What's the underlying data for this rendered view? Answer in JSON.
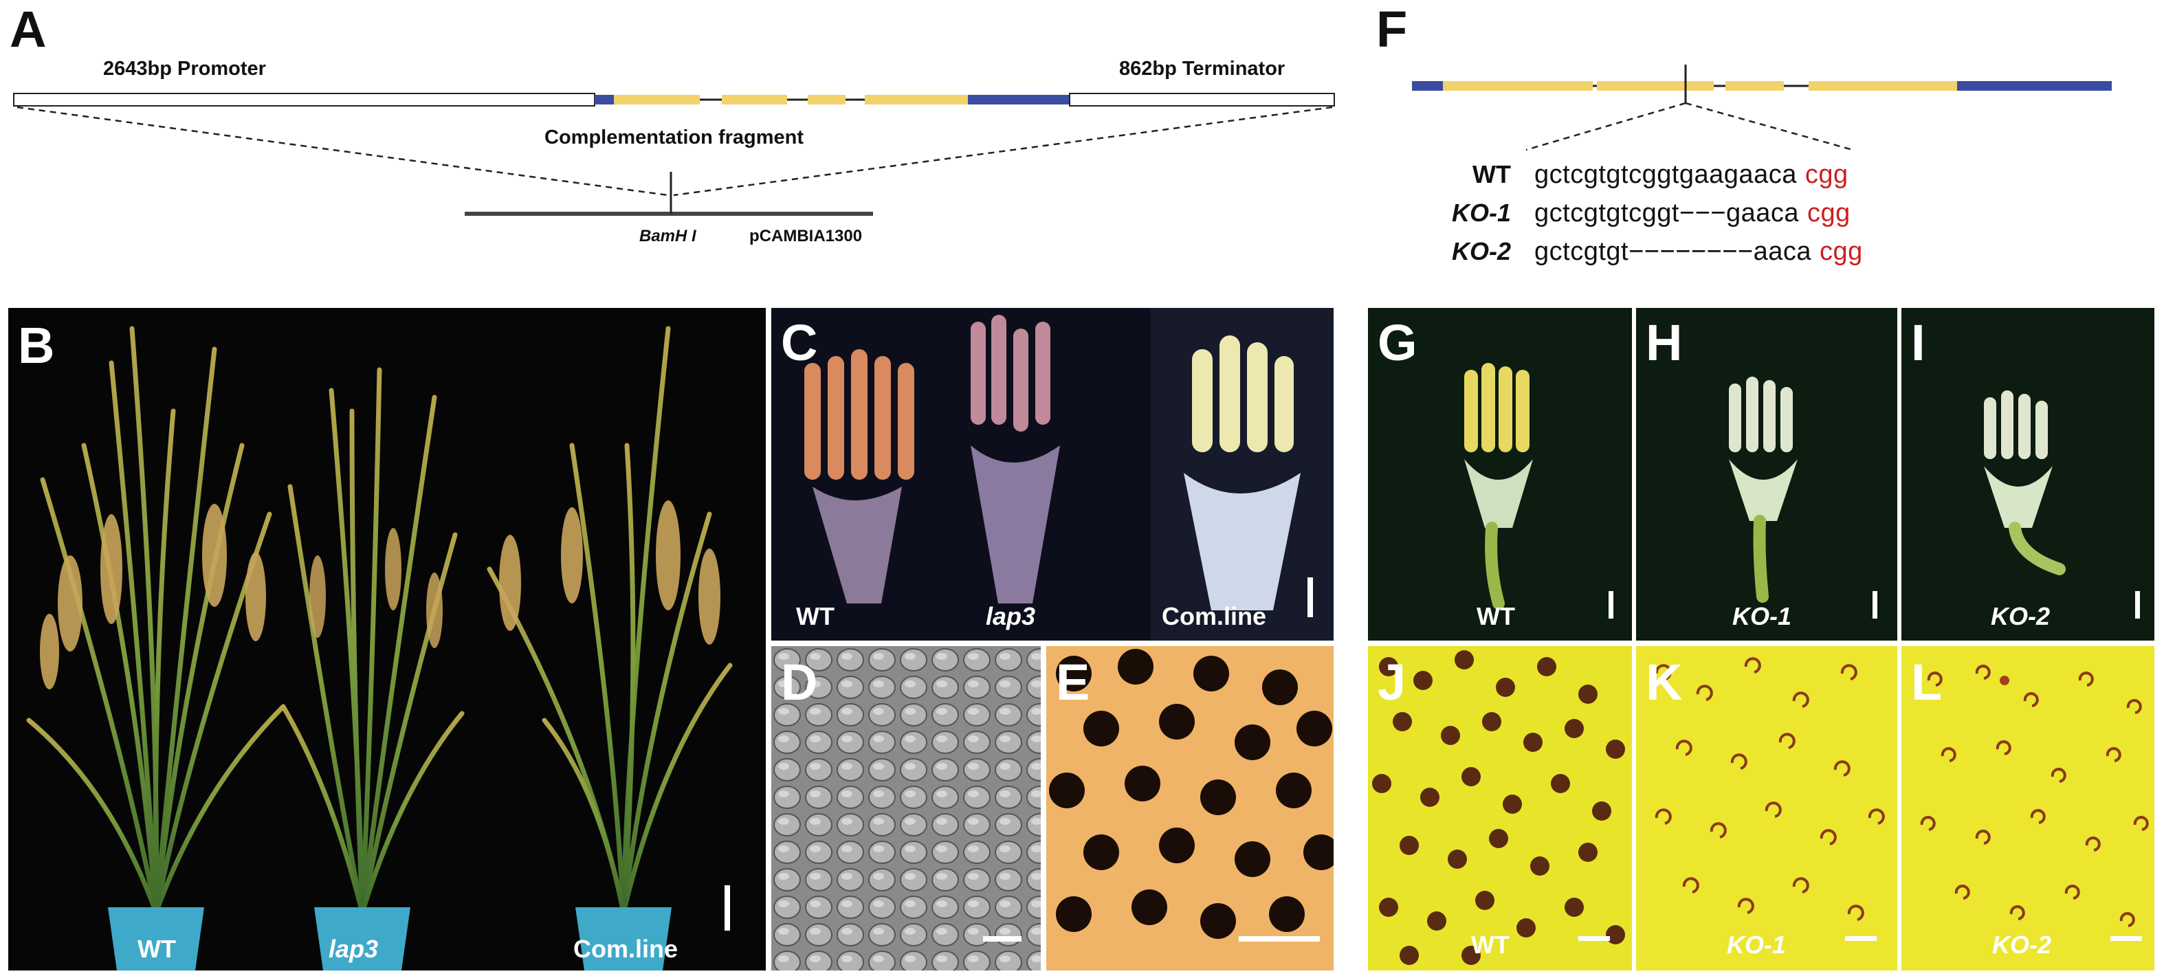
{
  "panels": {
    "A": {
      "label": "A",
      "promoter": "2643bp Promoter",
      "terminator": "862bp Terminator",
      "fragment": "Complementation fragment",
      "site": "BamH I",
      "vector": "pCAMBIA1300"
    },
    "F": {
      "label": "F",
      "rows": [
        {
          "name": "WT",
          "seq": "gctcgtgtcggtgaagaaca",
          "pam": "cgg",
          "italic": false
        },
        {
          "name": "KO-1",
          "seq": "gctcgtgtcggt−−−gaaca",
          "pam": "cgg",
          "italic": true
        },
        {
          "name": "KO-2",
          "seq": "gctcgtgt−−−−−−−−aaca",
          "pam": "cgg",
          "italic": true
        }
      ]
    },
    "B": {
      "label": "B",
      "captions": [
        "WT",
        "lap3",
        "Com.line"
      ]
    },
    "C": {
      "label": "C",
      "captions": [
        "WT",
        "lap3",
        "Com.line"
      ]
    },
    "D": {
      "label": "D"
    },
    "E": {
      "label": "E"
    },
    "G": {
      "label": "G",
      "caption": "WT"
    },
    "H": {
      "label": "H",
      "caption": "KO-1"
    },
    "I": {
      "label": "I",
      "caption": "KO-2"
    },
    "J": {
      "label": "J",
      "caption": "WT"
    },
    "K": {
      "label": "K",
      "caption": "KO-1"
    },
    "L": {
      "label": "L",
      "caption": "KO-2"
    }
  },
  "colors": {
    "exon": "#f2d36b",
    "utr": "#3a4da0",
    "pam": "#cc1f1f",
    "photo_bg": "#0b0b0b",
    "flower_bg": "#0c1c10",
    "stain_bg": "#e8e42a",
    "sem_bg": "#8c8c8c",
    "pot": "#3fa9c9"
  }
}
